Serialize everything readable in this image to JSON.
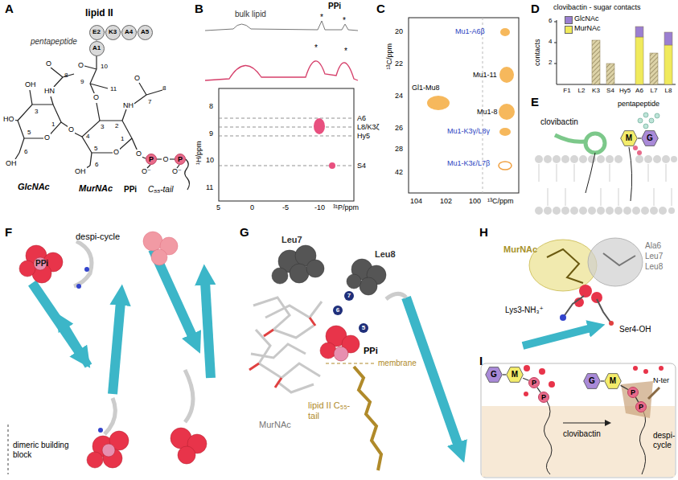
{
  "diagram": {
    "nodes": [
      {
        "text": [
          "A1"
        ]
      },
      {
        "text": [
          "E2"
        ]
      },
      {
        "text": [
          "K3"
        ]
      },
      {
        "text": [
          "A4"
        ]
      },
      {
        "text": [
          "A5"
        ]
      },
      {
        "text": [
          "P"
        ]
      },
      {
        "text": [
          "P"
        ]
      },
      {
        "text": [
          "M"
        ]
      },
      {
        "text": [
          "G"
        ]
      },
      {
        "text": [
          "G"
        ]
      },
      {
        "text": [
          "M"
        ]
      },
      {
        "text": [
          "P"
        ]
      },
      {
        "text": [
          "P"
        ]
      },
      {
        "text": [
          "G"
        ]
      },
      {
        "text": [
          "M"
        ]
      },
      {
        "text": [
          "P"
        ]
      },
      {
        "text": [
          "P"
        ]
      }
    ],
    "edges": [
      {
        "from": 0,
        "to": 1,
        "arrow": "none"
      },
      {
        "from": 1,
        "to": 2,
        "arrow": "none"
      },
      {
        "from": 2,
        "to": 3,
        "arrow": "none"
      },
      {
        "from": 3,
        "to": 4,
        "arrow": "none"
      },
      {
        "from": 5,
        "to": 6,
        "label": "O",
        "arrow": "none"
      },
      {
        "from": 7,
        "to": 8,
        "arrow": "none"
      },
      {
        "from": 9,
        "to": 10,
        "arrow": "none"
      },
      {
        "from": 10,
        "to": 11,
        "arrow": "none"
      },
      {
        "from": 11,
        "to": 12,
        "arrow": "none"
      },
      {
        "from": 13,
        "to": 14,
        "arrow": "none"
      },
      {
        "from": 14,
        "to": 15,
        "arrow": "none"
      },
      {
        "from": 15,
        "to": 16,
        "arrow": "none"
      }
    ],
    "labels": [
      "A",
      "B",
      "C",
      "D",
      "E",
      "F",
      "G",
      "H",
      "I",
      "lipid II",
      "pentapeptide",
      "OH",
      "3",
      "HO",
      "5",
      "6",
      "OH",
      "1",
      "O",
      "HN",
      "8",
      "O",
      "O",
      "11",
      "9",
      "O",
      "10",
      "O",
      "3",
      "4",
      "5",
      "1",
      "2",
      "O",
      "NH",
      "7",
      "O",
      "8",
      "6",
      "OH",
      "O",
      "O⁻",
      "O⁻",
      "GlcNAc",
      "MurNAc",
      "PPi",
      "C₅₅-tail",
      "bulk lipid",
      "PPi",
      "*",
      "*",
      "*",
      "*",
      "A6",
      "L8/K3ζ",
      "Hy5",
      "S4",
      "5",
      "0",
      "-5",
      "-10",
      "³¹P/ppm",
      "8",
      "9",
      "10",
      "11",
      "¹H/ppm",
      "¹³C/ppm",
      "20",
      "22",
      "24",
      "26",
      "28",
      "42",
      "104",
      "102",
      "100",
      "¹³C/ppm",
      "Gl1-Mu8",
      "Mu1-A6β",
      "Mu1-11",
      "Mu1-8",
      "Mu1-K3γ/L8γ",
      "Mu1-K3ε/L7β",
      "clovibactin - sugar contacts",
      "contacts",
      "6",
      "4",
      "2",
      "F1",
      "L2",
      "K3",
      "S4",
      "Hy5",
      "A6",
      "L7",
      "L8",
      "clovibactin",
      "pentapeptide",
      "despi-cycle",
      "PPi",
      "dimeric building block",
      "Leu7",
      "Leu8",
      "7",
      "6",
      "5",
      "PPi",
      "MurNAc",
      "membrane",
      "lipid II C₅₅-tail",
      "MurNAc",
      "Ala6",
      "Leu7",
      "Leu8",
      "Lys3-NH₃⁺",
      "Ser4-OH",
      "clovibactin",
      "N-ter",
      "despi-cycle"
    ],
    "legend": [
      {
        "text": "GlcNAc",
        "color": "#9b7fd1"
      },
      {
        "text": "MurNAc",
        "color": "#f0ea5c"
      }
    ]
  }
}
